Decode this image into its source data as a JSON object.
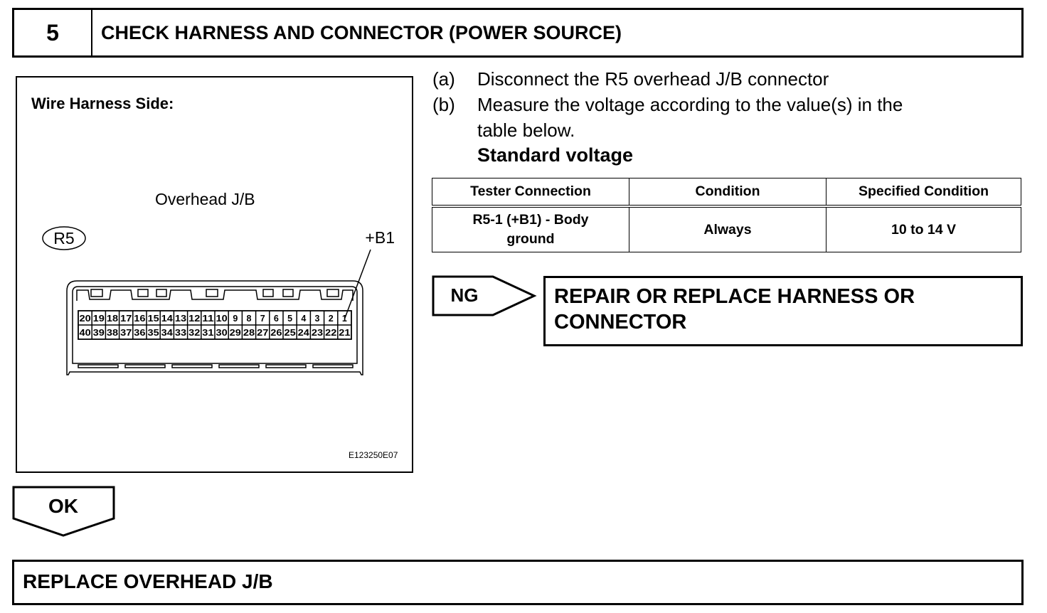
{
  "header": {
    "step_number": "5",
    "title": "CHECK HARNESS AND CONNECTOR (POWER SOURCE)"
  },
  "figure": {
    "title": "Wire Harness Side:",
    "connector_name": "Overhead J/B",
    "connector_id": "R5",
    "pin_label": "+B1",
    "illustration_code": "E123250E07",
    "pins_top_row": [
      "20",
      "19",
      "18",
      "17",
      "16",
      "15",
      "14",
      "13",
      "12",
      "11",
      "10",
      "9",
      "8",
      "7",
      "6",
      "5",
      "4",
      "3",
      "2",
      "1"
    ],
    "pins_bottom_row": [
      "40",
      "39",
      "38",
      "37",
      "36",
      "35",
      "34",
      "33",
      "32",
      "31",
      "30",
      "29",
      "28",
      "27",
      "26",
      "25",
      "24",
      "23",
      "22",
      "21"
    ]
  },
  "steps": [
    {
      "letter": "(a)",
      "text": "Disconnect the R5 overhead J/B connector"
    },
    {
      "letter": "(b)",
      "text_line1": "Measure the voltage according to the value(s) in the",
      "text_line2": "table below."
    }
  ],
  "standard_label": "Standard voltage",
  "table": {
    "headers": [
      "Tester Connection",
      "Condition",
      "Specified Condition"
    ],
    "row": {
      "connection_line1": "R5-1 (+B1) - Body",
      "connection_line2": "ground",
      "condition": "Always",
      "specified": "10 to 14 V"
    }
  },
  "ng": {
    "label": "NG",
    "result_line1": "REPAIR OR REPLACE HARNESS OR",
    "result_line2": "CONNECTOR"
  },
  "ok": {
    "label": "OK",
    "result": "REPLACE OVERHEAD J/B"
  }
}
